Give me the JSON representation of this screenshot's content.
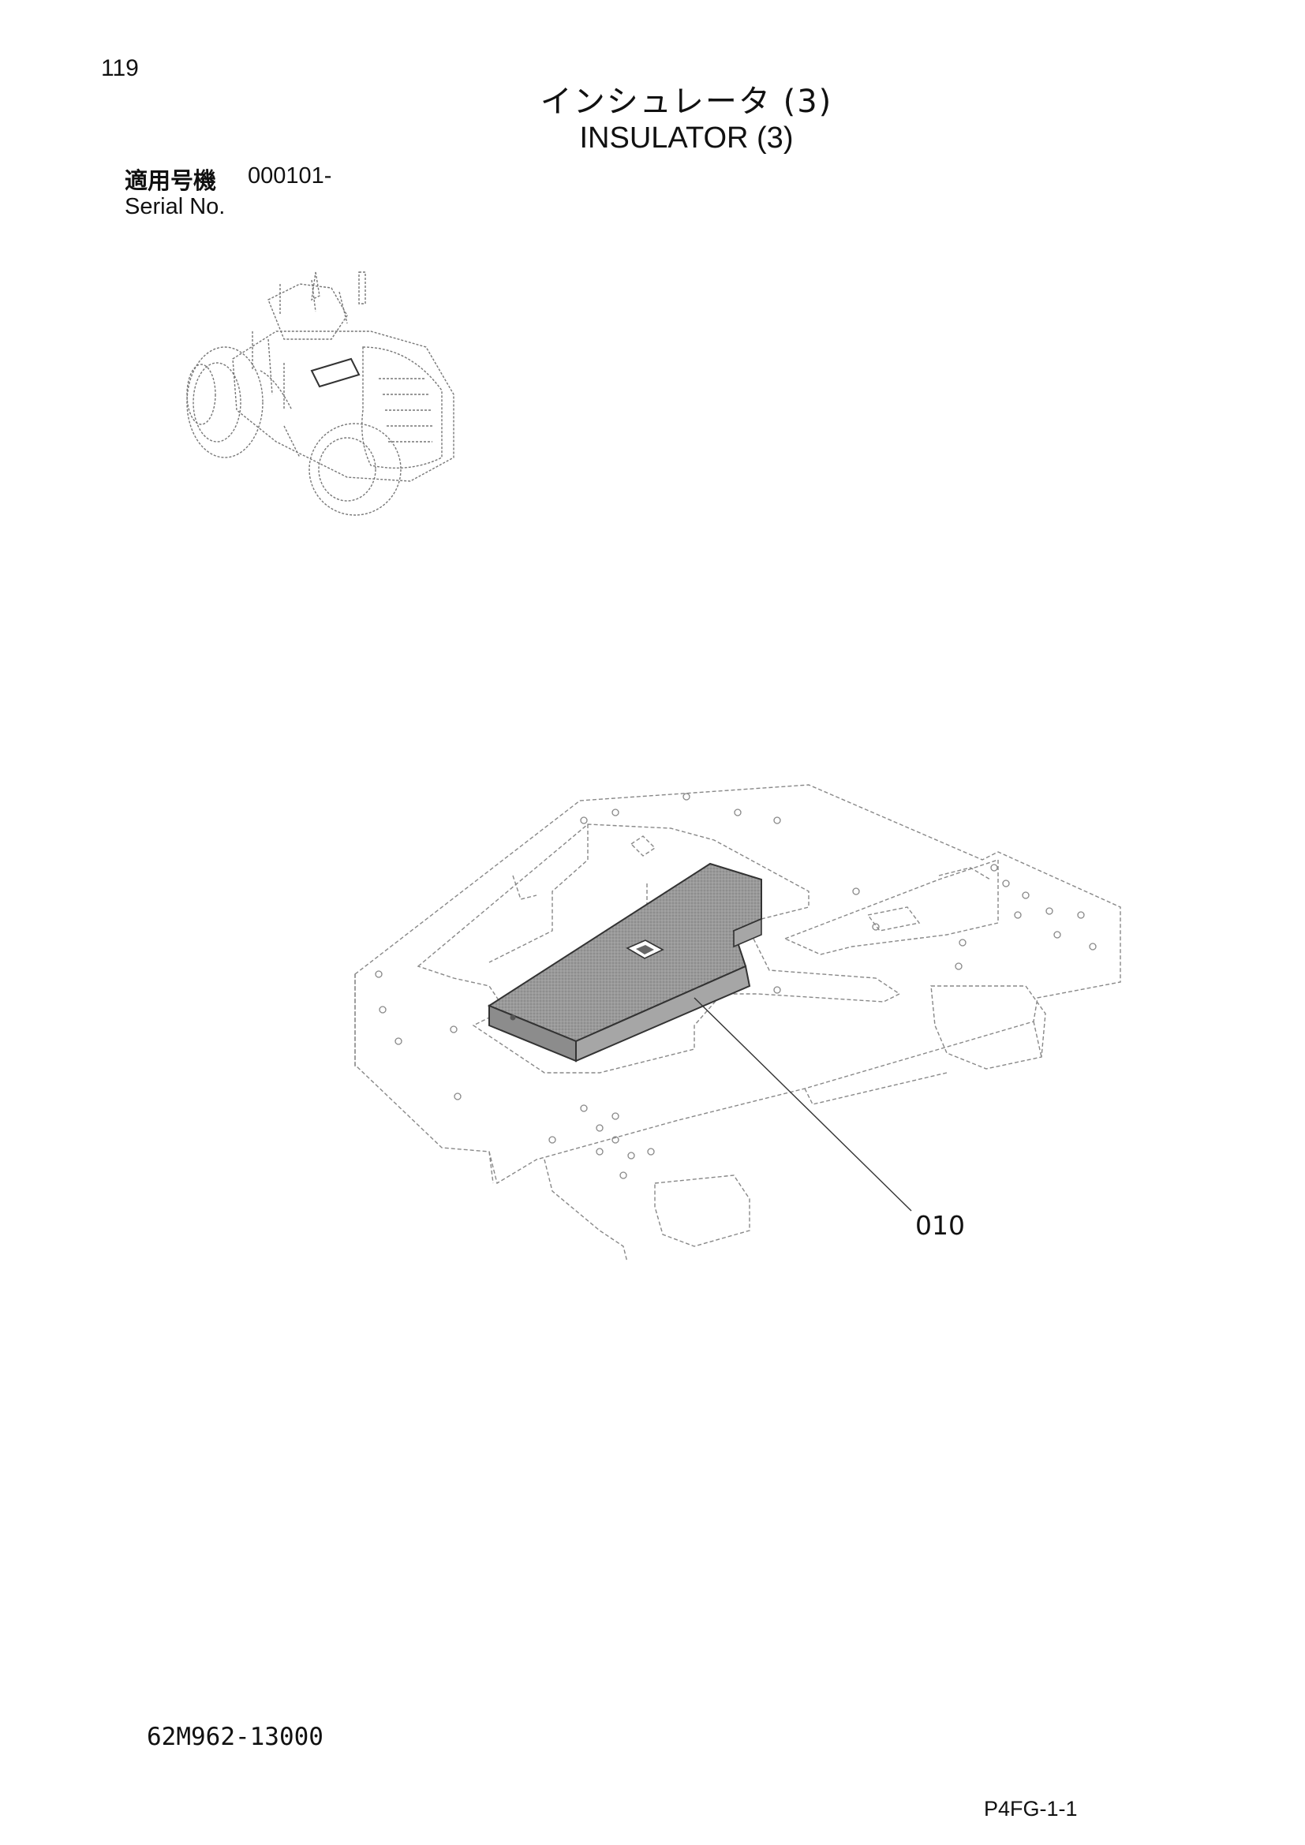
{
  "header": {
    "page_number": "119",
    "title_jp": "インシュレータ (3)",
    "title_en": "INSULATOR (3)",
    "serial_label_jp": "適用号機",
    "serial_value": "000101-",
    "serial_label_en": "Serial No."
  },
  "diagram": {
    "callouts": [
      {
        "label": "010"
      }
    ]
  },
  "footer": {
    "doc_number": "62M962-13000",
    "page_code": "P4FG-1-1"
  }
}
